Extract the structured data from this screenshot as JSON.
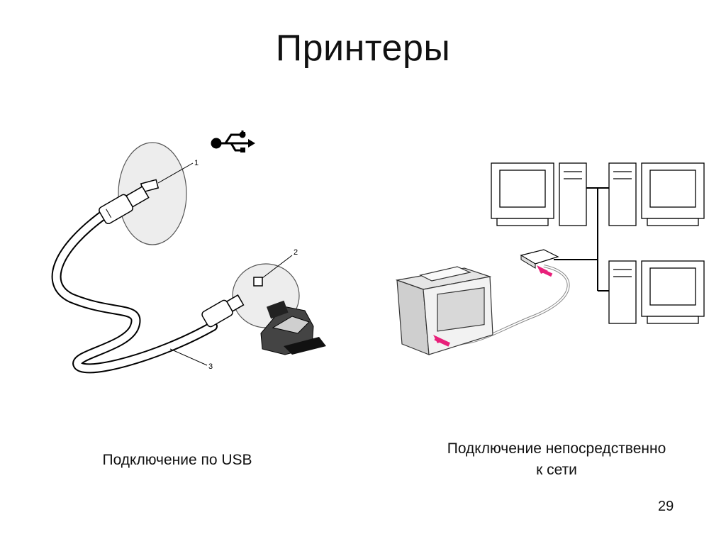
{
  "slide": {
    "title": "Принтеры",
    "page_number": "29"
  },
  "usb_figure": {
    "icon": "usb-icon",
    "callouts": [
      "1",
      "2",
      "3"
    ],
    "caption": "Подключение по USB"
  },
  "network_figure": {
    "caption_line1": "Подключение непосредственно",
    "caption_line2": "к сети",
    "accent_color": "#e8207a"
  }
}
